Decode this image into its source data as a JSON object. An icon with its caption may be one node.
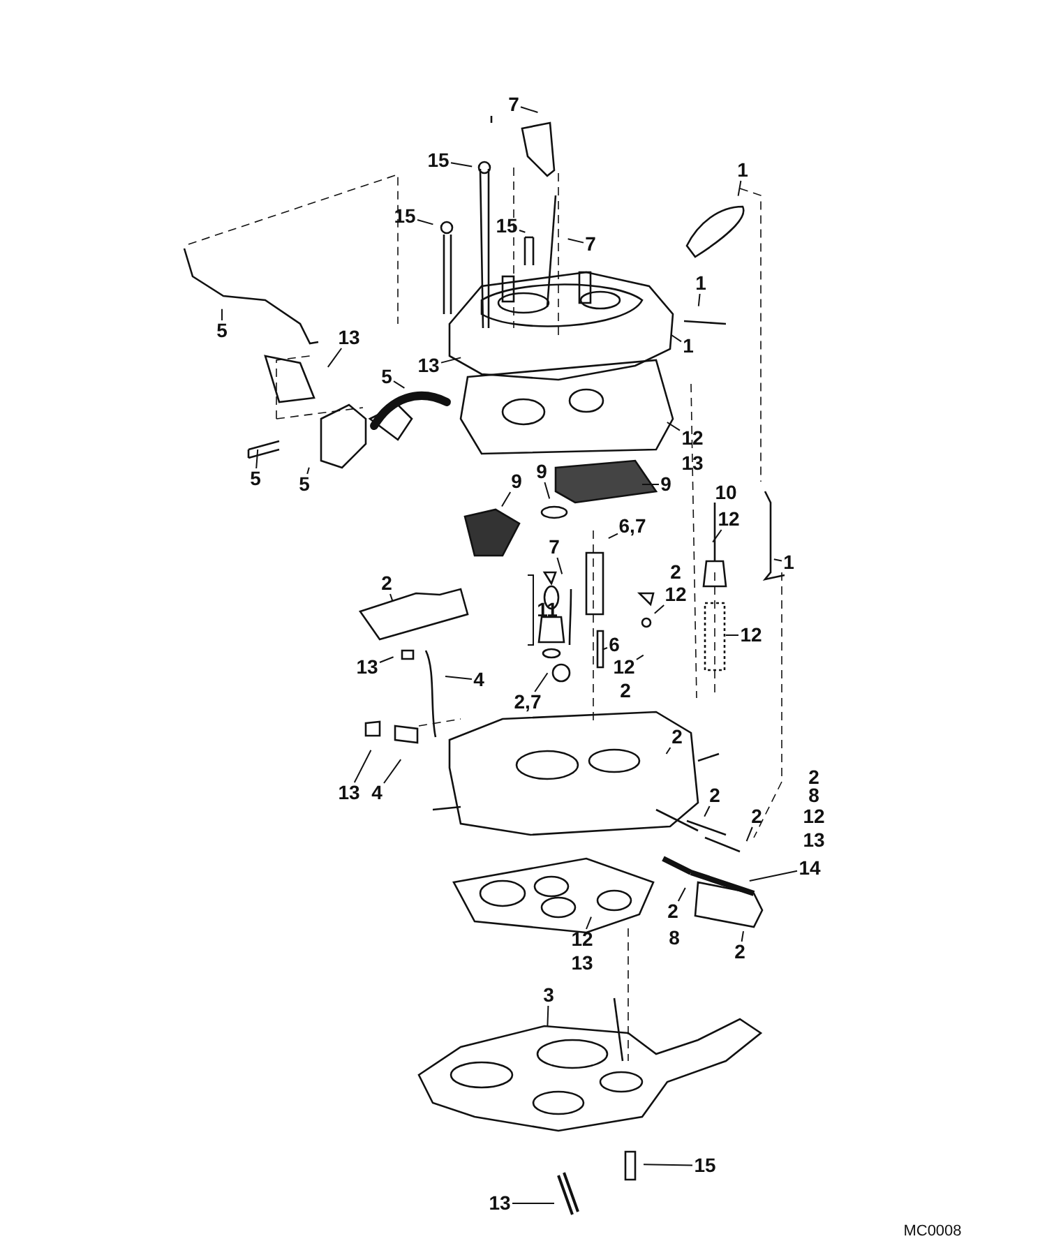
{
  "diagram": {
    "nodes": [
      {
        "text": [
          "7"
        ]
      },
      {
        "text": [
          "15"
        ]
      },
      {
        "text": [
          "1"
        ]
      },
      {
        "text": [
          "15"
        ]
      },
      {
        "text": [
          "15"
        ]
      },
      {
        "text": [
          "7"
        ]
      },
      {
        "text": [
          "1"
        ]
      },
      {
        "text": [
          "5"
        ]
      },
      {
        "text": [
          "1"
        ]
      },
      {
        "text": [
          "13"
        ]
      },
      {
        "text": [
          "13"
        ]
      },
      {
        "text": [
          "5"
        ]
      },
      {
        "text": [
          "12"
        ]
      },
      {
        "text": [
          "5"
        ]
      },
      {
        "text": [
          "5"
        ]
      },
      {
        "text": [
          "9"
        ]
      },
      {
        "text": [
          "9"
        ]
      },
      {
        "text": [
          "9"
        ]
      },
      {
        "text": [
          "6,7"
        ]
      },
      {
        "text": [
          "12"
        ]
      },
      {
        "text": [
          "7"
        ]
      },
      {
        "text": [
          "2"
        ]
      },
      {
        "text": [
          "1"
        ]
      },
      {
        "text": [
          "12"
        ]
      },
      {
        "text": [
          "12"
        ]
      },
      {
        "text": [
          "6"
        ]
      },
      {
        "text": [
          "13"
        ]
      },
      {
        "text": [
          "4"
        ]
      },
      {
        "text": [
          "2,7"
        ]
      },
      {
        "text": [
          "12"
        ]
      },
      {
        "text": [
          "2"
        ]
      },
      {
        "text": [
          "13"
        ]
      },
      {
        "text": [
          "4"
        ]
      },
      {
        "text": [
          "2"
        ]
      },
      {
        "text": [
          "2"
        ]
      },
      {
        "text": [
          "14"
        ]
      },
      {
        "text": [
          "2"
        ]
      },
      {
        "text": [
          "12"
        ]
      },
      {
        "text": [
          "2"
        ]
      },
      {
        "text": [
          "3"
        ]
      },
      {
        "text": [
          "15"
        ]
      },
      {
        "text": [
          "13"
        ]
      }
    ],
    "edges": [
      {
        "from": 0,
        "to": null,
        "arrow": "none"
      },
      {
        "from": 1,
        "to": null,
        "arrow": "none"
      },
      {
        "from": 2,
        "to": null,
        "arrow": "none"
      },
      {
        "from": 3,
        "to": null,
        "arrow": "none"
      },
      {
        "from": 4,
        "to": null,
        "arrow": "none"
      },
      {
        "from": 5,
        "to": null,
        "arrow": "none"
      },
      {
        "from": 6,
        "to": null,
        "arrow": "none"
      },
      {
        "from": 7,
        "to": null,
        "arrow": "none"
      },
      {
        "from": 8,
        "to": null,
        "arrow": "none"
      },
      {
        "from": 9,
        "to": null,
        "arrow": "none"
      },
      {
        "from": 10,
        "to": null,
        "arrow": "none"
      },
      {
        "from": 11,
        "to": null,
        "arrow": "none"
      },
      {
        "from": 12,
        "to": null,
        "arrow": "none"
      },
      {
        "from": 13,
        "to": null,
        "arrow": "none"
      },
      {
        "from": 14,
        "to": null,
        "arrow": "none"
      },
      {
        "from": 15,
        "to": null,
        "arrow": "none"
      },
      {
        "from": 16,
        "to": null,
        "arrow": "none"
      },
      {
        "from": 17,
        "to": null,
        "arrow": "none"
      },
      {
        "from": 18,
        "to": null,
        "arrow": "none"
      },
      {
        "from": 19,
        "to": null,
        "arrow": "none"
      },
      {
        "from": 20,
        "to": null,
        "arrow": "none"
      },
      {
        "from": 21,
        "to": null,
        "arrow": "none"
      },
      {
        "from": 22,
        "to": null,
        "arrow": "none"
      },
      {
        "from": 23,
        "to": null,
        "arrow": "none"
      },
      {
        "from": 24,
        "to": null,
        "arrow": "none"
      },
      {
        "from": 25,
        "to": null,
        "arrow": "none"
      },
      {
        "from": 26,
        "to": null,
        "arrow": "none"
      },
      {
        "from": 27,
        "to": null,
        "arrow": "none"
      },
      {
        "from": 28,
        "to": null,
        "arrow": "none"
      },
      {
        "from": 29,
        "to": null,
        "arrow": "none"
      },
      {
        "from": 30,
        "to": null,
        "arrow": "none"
      },
      {
        "from": 31,
        "to": null,
        "arrow": "none"
      },
      {
        "from": 32,
        "to": null,
        "arrow": "none"
      },
      {
        "from": 33,
        "to": null,
        "arrow": "none"
      },
      {
        "from": 34,
        "to": null,
        "arrow": "none"
      },
      {
        "from": 35,
        "to": null,
        "arrow": "none"
      },
      {
        "from": 36,
        "to": null,
        "arrow": "none"
      },
      {
        "from": 37,
        "to": null,
        "arrow": "none"
      },
      {
        "from": 38,
        "to": null,
        "arrow": "none"
      },
      {
        "from": 39,
        "to": null,
        "arrow": "none"
      },
      {
        "from": 40,
        "to": null,
        "arrow": "none"
      },
      {
        "from": 41,
        "to": null,
        "arrow": "none"
      }
    ],
    "labels": [
      "13",
      "10",
      "2",
      "11",
      "2",
      "2",
      "8",
      "12",
      "13",
      "8",
      "13",
      "MC0008"
    ]
  }
}
